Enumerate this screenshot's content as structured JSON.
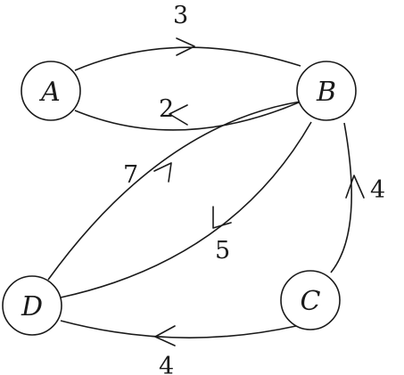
{
  "graph": {
    "nodes": [
      {
        "id": "A",
        "label": "A"
      },
      {
        "id": "B",
        "label": "B"
      },
      {
        "id": "C",
        "label": "C"
      },
      {
        "id": "D",
        "label": "D"
      }
    ],
    "edges": [
      {
        "from": "A",
        "to": "B",
        "weight": "3"
      },
      {
        "from": "B",
        "to": "A",
        "weight": "2"
      },
      {
        "from": "D",
        "to": "B",
        "weight": "7"
      },
      {
        "from": "B",
        "to": "D",
        "weight": "5"
      },
      {
        "from": "C",
        "to": "B",
        "weight": "4"
      },
      {
        "from": "C",
        "to": "D",
        "weight": "4"
      }
    ]
  }
}
